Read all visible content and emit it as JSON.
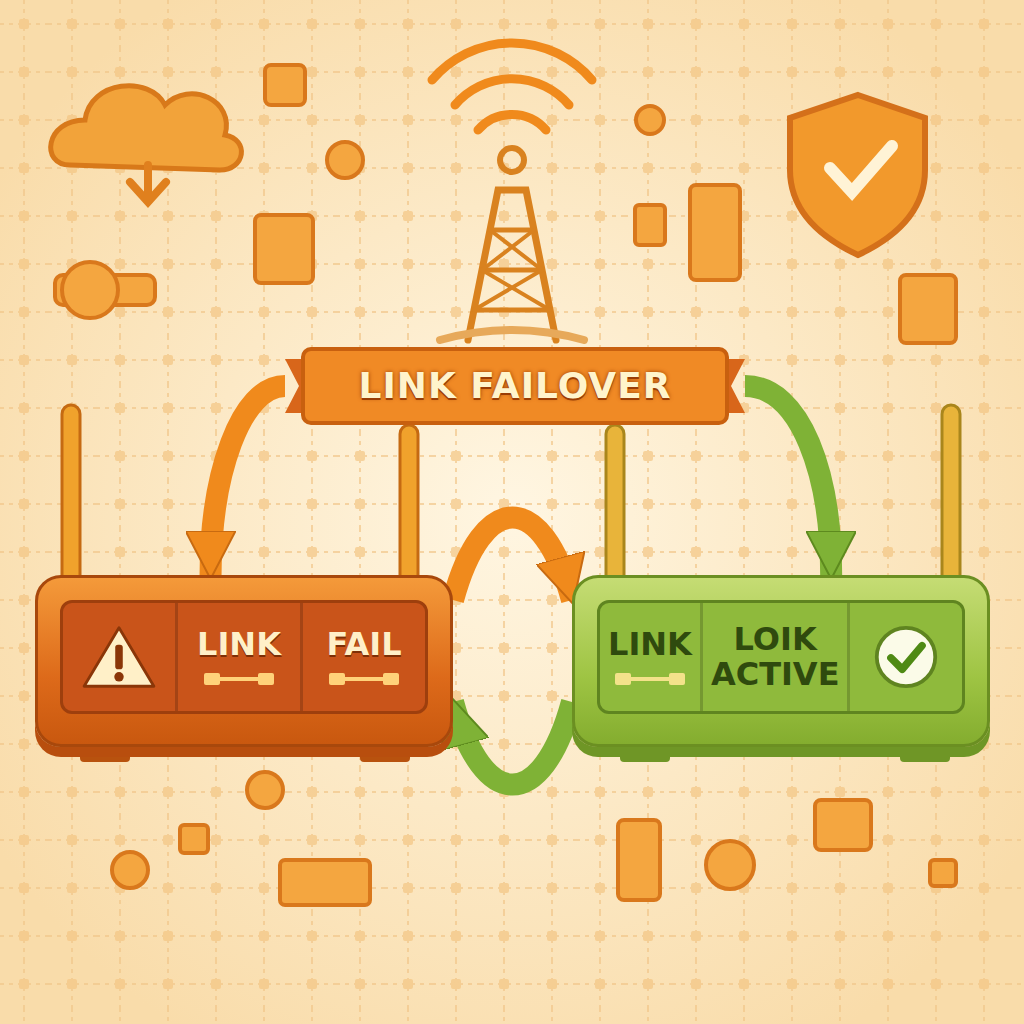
{
  "diagram": {
    "nodes": [
      {
        "text": [
          "LINK FAILOVER"
        ]
      },
      {
        "text": [
          "LINK",
          "FAIL"
        ]
      },
      {
        "text": [
          "LINK",
          "LOIK ACTIVE"
        ]
      }
    ],
    "edges": [
      {
        "from": 0,
        "to": 1,
        "arrow": "to"
      },
      {
        "from": 0,
        "to": 2,
        "arrow": "to"
      },
      {
        "from": 1,
        "to": 2,
        "arrow": "to"
      },
      {
        "from": 2,
        "to": 1,
        "arrow": "to"
      }
    ]
  }
}
